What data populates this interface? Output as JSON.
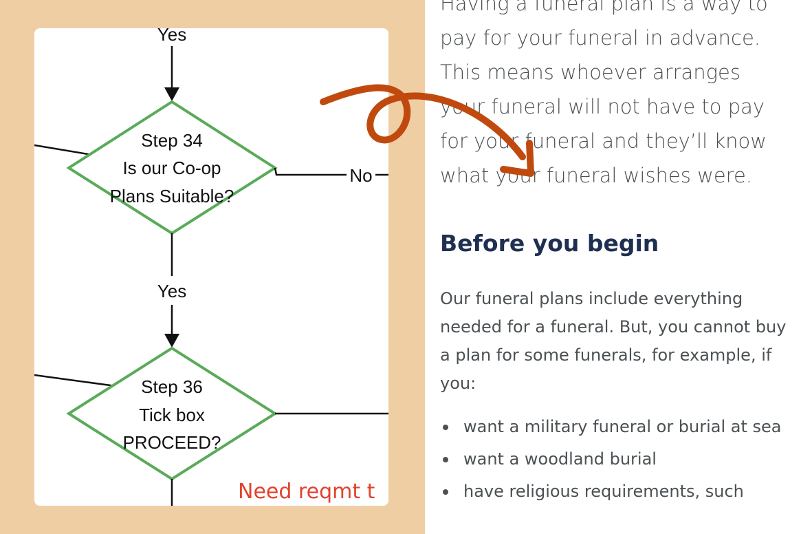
{
  "flowchart": {
    "top_label": "Yes",
    "step34": {
      "lines": [
        "Step 34",
        "Is our Co-op",
        "Plans Suitable?"
      ]
    },
    "no_label": "No",
    "yes_label": "Yes",
    "step36": {
      "lines": [
        "Step 36",
        "Tick box",
        "PROCEED?"
      ]
    },
    "note": "Need reqmt t"
  },
  "article": {
    "intro_lines": [
      "Having a funeral plan is a way to",
      "pay for your funeral in advance.",
      "This means whoever arranges",
      "your funeral will not have to pay",
      "for your funeral and they’ll know",
      "what your funeral wishes were."
    ],
    "section_title": "Before you begin",
    "body": "Our funeral plans include everything needed for a funeral. But, you cannot buy a plan for some funerals, for example, if you:",
    "bullets": [
      "want a military funeral or burial at sea",
      "want a woodland burial",
      "have religious requirements, such"
    ]
  },
  "colors": {
    "background_panel": "#f0cea4",
    "diamond_stroke": "#5aaa5a",
    "note_text": "#e2412d",
    "heading": "#1f2f52",
    "body_text": "#4b5053",
    "arrow": "#c04a0e"
  }
}
